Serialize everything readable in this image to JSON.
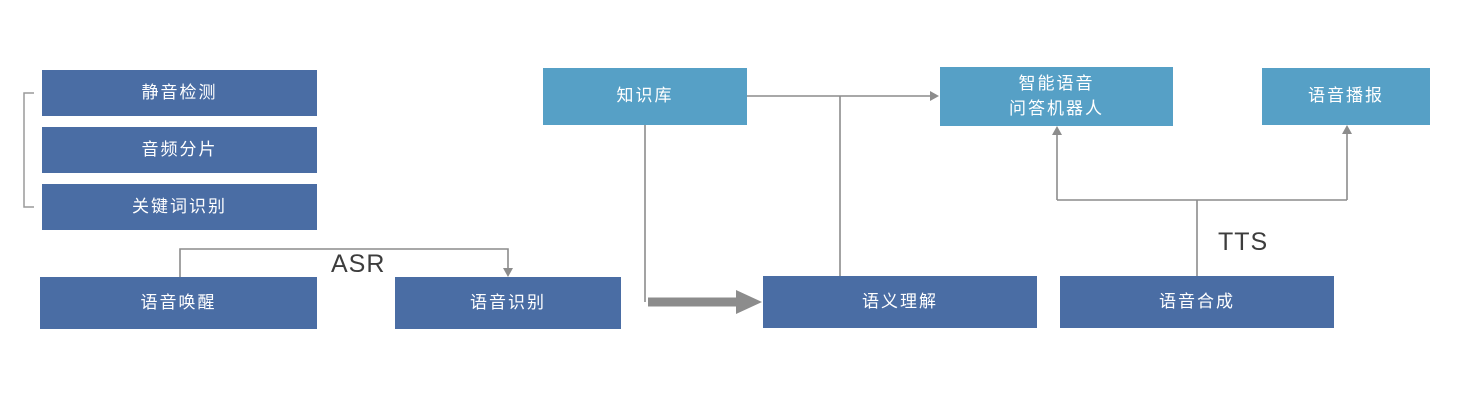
{
  "diagram": {
    "title_hidden": "",
    "colors": {
      "dark_box": "#4a6da4",
      "light_box": "#56a0c6",
      "arrow": "#8c8c8c",
      "box_text": "#ffffff",
      "annotation_text": "#3d3d3d"
    },
    "boxes": {
      "silence_detection": "静音检测",
      "audio_slicing": "音频分片",
      "keyword_recognition": "关键词识别",
      "voice_wakeup": "语音唤醒",
      "speech_recognition": "语音识别",
      "knowledge_base": "知识库",
      "semantic_understanding": "语义理解",
      "qa_robot": "智能语音\n问答机器人",
      "voice_broadcast": "语音播报",
      "speech_synthesis": "语音合成"
    },
    "annotations": {
      "asr": "ASR",
      "tts": "TTS"
    }
  }
}
